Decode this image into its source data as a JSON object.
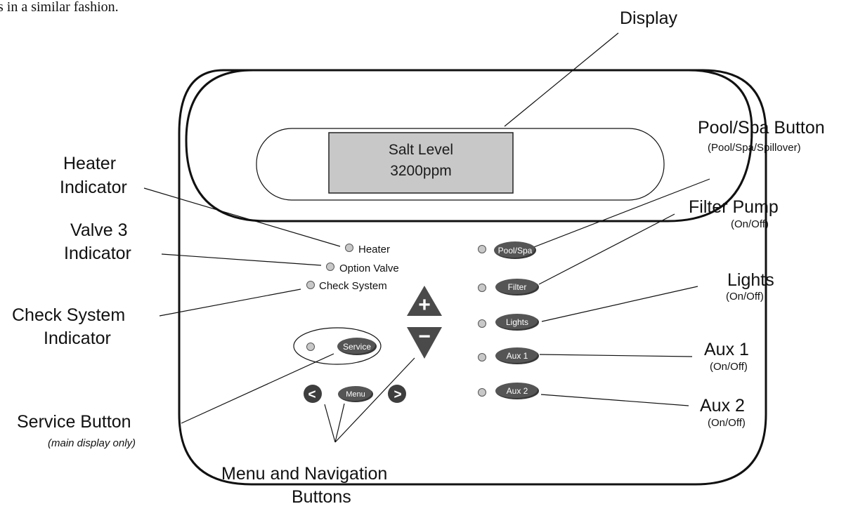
{
  "top_cut_text": "s in a similar fashion.",
  "callouts": {
    "display": "Display",
    "pool_spa": {
      "title": "Pool/Spa Button",
      "sub": "(Pool/Spa/Spillover)"
    },
    "filter_pump": {
      "title": "Filter Pump",
      "sub": "(On/Off)"
    },
    "lights": {
      "title": "Lights",
      "sub": "(On/Off)"
    },
    "aux1": {
      "title": "Aux 1",
      "sub": "(On/Off)"
    },
    "aux2": {
      "title": "Aux 2",
      "sub": "(On/Off)"
    },
    "heater": {
      "line1": "Heater",
      "line2": "Indicator"
    },
    "valve3": {
      "line1": "Valve 3",
      "line2": "Indicator"
    },
    "check_system": {
      "line1": "Check System",
      "line2": "Indicator"
    },
    "service": {
      "title": "Service Button",
      "sub": "(main display only)"
    },
    "menu_nav": {
      "line1": "Menu and Navigation",
      "line2": "Buttons"
    }
  },
  "screen": {
    "line1": "Salt Level",
    "line2": "3200ppm"
  },
  "indicators": {
    "heater": "Heater",
    "option_valve": "Option Valve",
    "check_system": "Check System"
  },
  "buttons": {
    "service": "Service",
    "menu": "Menu",
    "pool_spa": "Pool/Spa",
    "filter": "Filter",
    "lights": "Lights",
    "aux1": "Aux 1",
    "aux2": "Aux 2",
    "plus_symbol": "+",
    "minus_symbol": "−",
    "left_symbol": "<",
    "right_symbol": ">"
  },
  "colors": {
    "button_fill": "#555555",
    "lcd_fill": "#c8c8c8",
    "led_fill": "#c8c8c8"
  }
}
